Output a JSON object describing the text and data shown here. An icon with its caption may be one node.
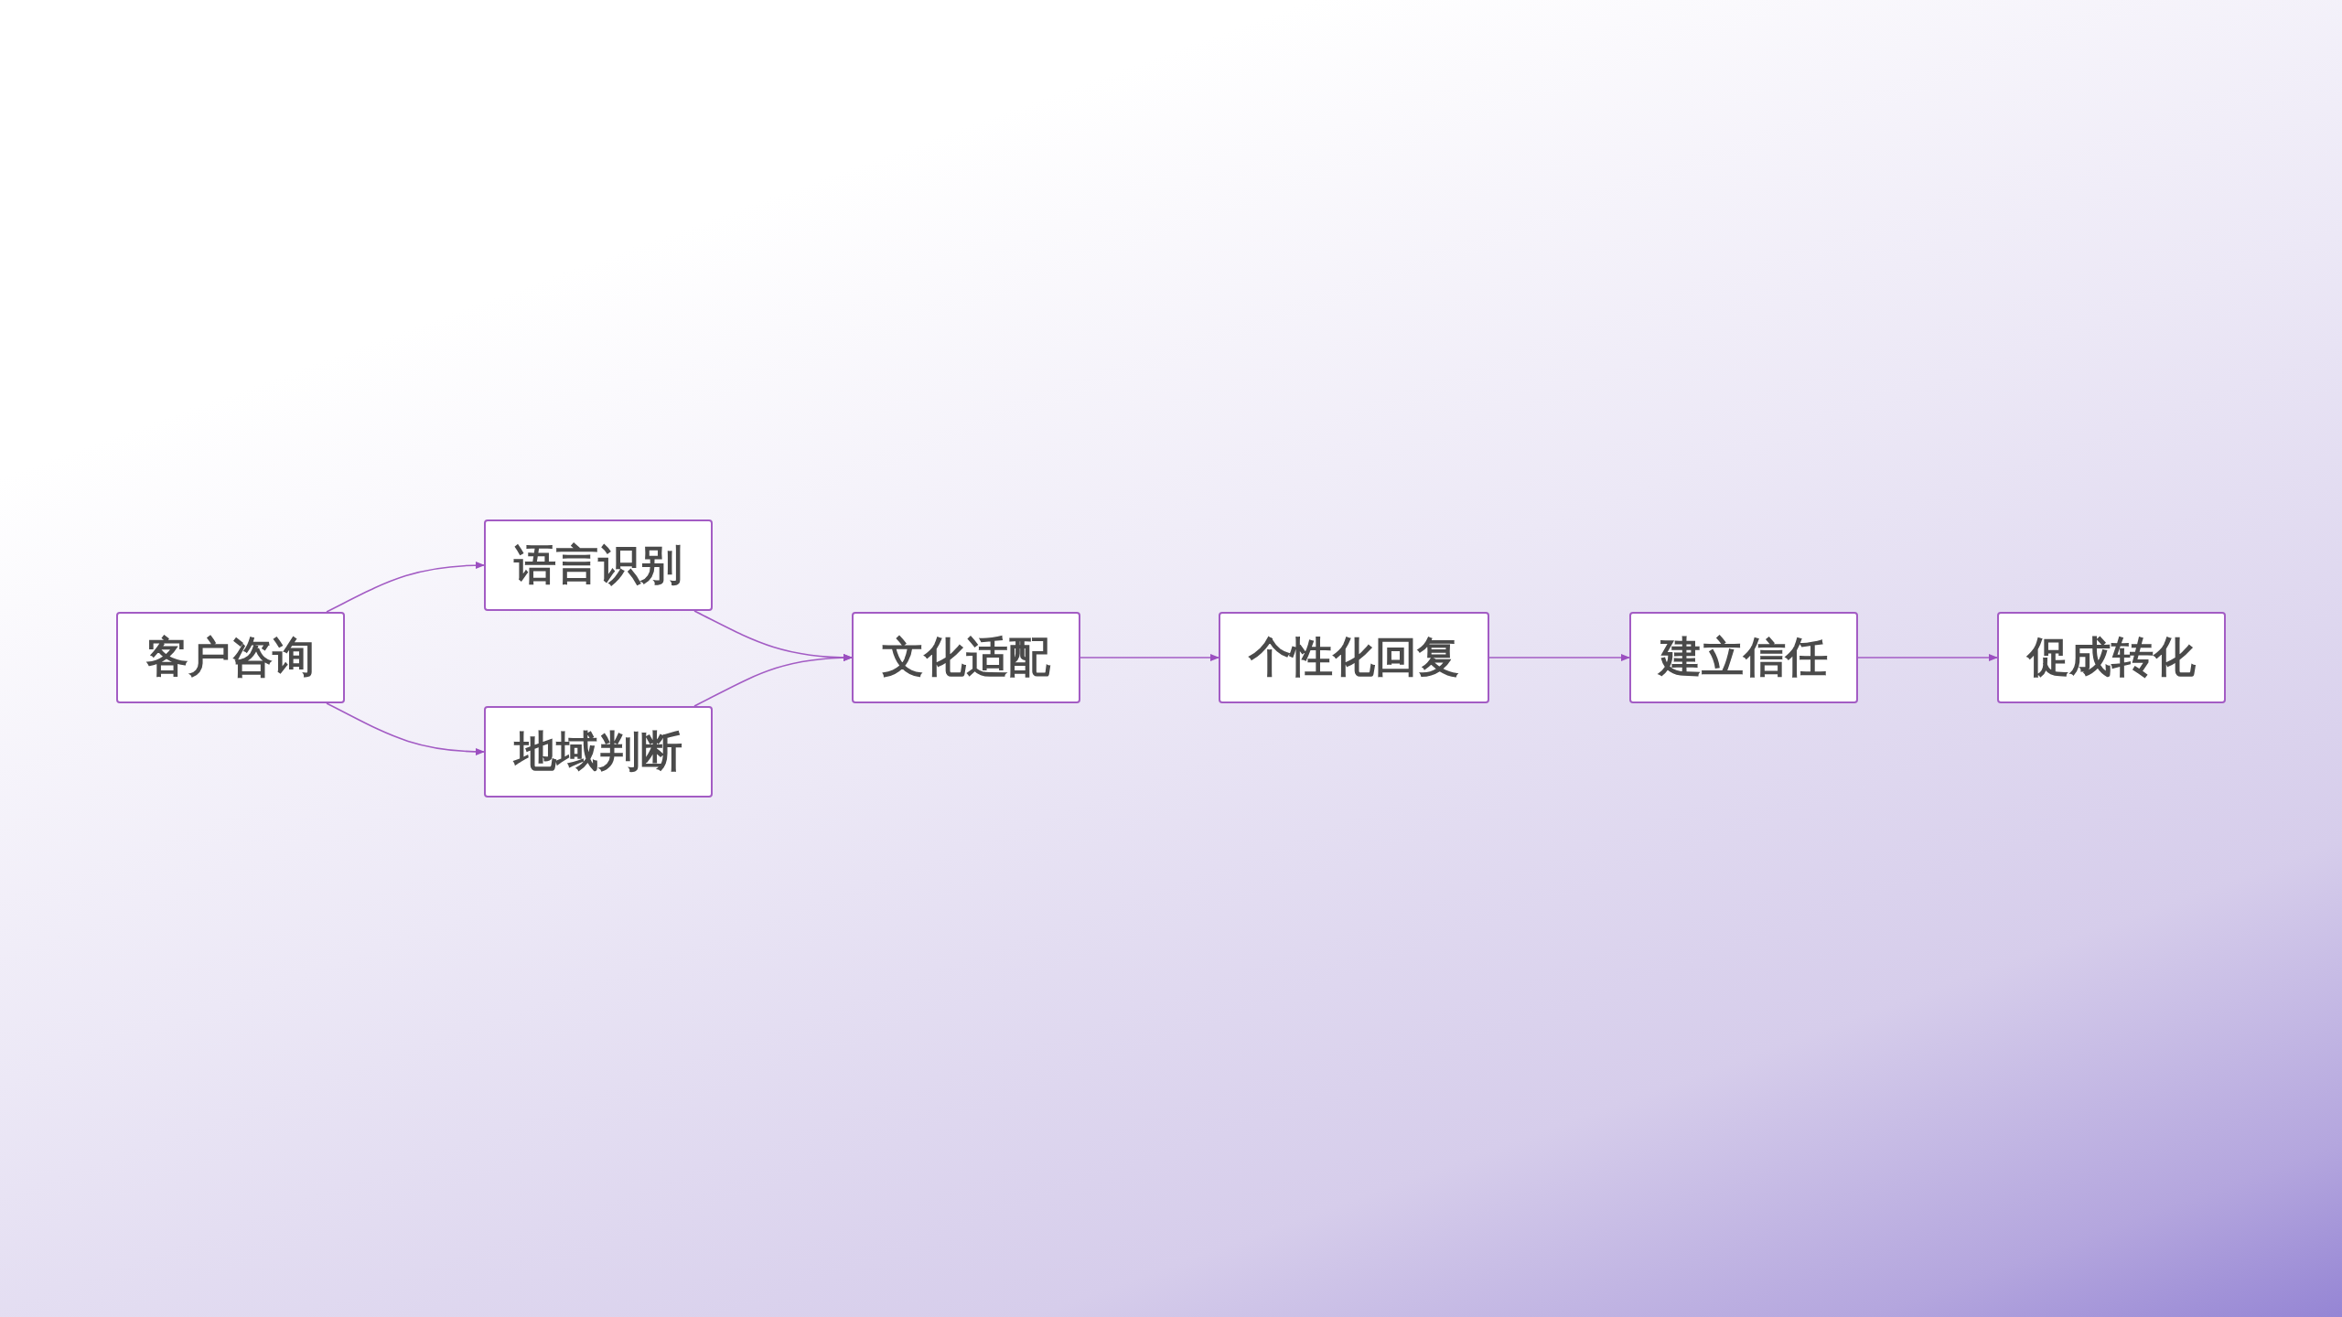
{
  "diagram": {
    "nodes": [
      {
        "text": [
          "客户咨询"
        ]
      },
      {
        "text": [
          "语言识别"
        ]
      },
      {
        "text": [
          "地域判断"
        ]
      },
      {
        "text": [
          "文化适配"
        ]
      },
      {
        "text": [
          "个性化回复"
        ]
      },
      {
        "text": [
          "建立信任"
        ]
      },
      {
        "text": [
          "促成转化"
        ]
      }
    ],
    "edges": [
      {
        "from": 0,
        "to": 1,
        "arrow": "to"
      },
      {
        "from": 0,
        "to": 2,
        "arrow": "to"
      },
      {
        "from": 1,
        "to": 3,
        "arrow": "to"
      },
      {
        "from": 2,
        "to": 3,
        "arrow": "to"
      },
      {
        "from": 3,
        "to": 4,
        "arrow": "to"
      },
      {
        "from": 4,
        "to": 5,
        "arrow": "to"
      },
      {
        "from": 5,
        "to": 6,
        "arrow": "to"
      }
    ]
  }
}
